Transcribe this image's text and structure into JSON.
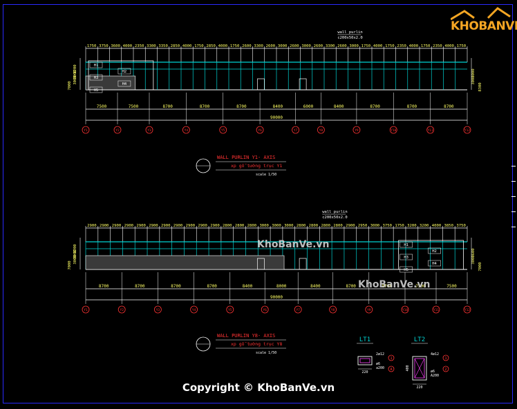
{
  "brand": {
    "logo_text": "KHOBANVE",
    "watermark_1": "KhoBanVe.vn",
    "watermark_2": "KhoBanVe.vn",
    "copyright": "Copyright © KhoBanVe.vn"
  },
  "elev1": {
    "note_title": "wall purlin",
    "note_spec": "c200x50x2.0",
    "top_dims": [
      "1750",
      "3750",
      "3600",
      "4000",
      "2350",
      "3300",
      "3350",
      "2850",
      "4000",
      "1750",
      "2850",
      "4000",
      "1750",
      "2600",
      "3300",
      "2600",
      "3000",
      "2600",
      "3000",
      "2600",
      "3300",
      "2600",
      "3000",
      "1750",
      "4000",
      "1750",
      "2350",
      "4000",
      "1750",
      "2350",
      "4000",
      "1750"
    ],
    "bay_dims": [
      "7500",
      "7500",
      "8700",
      "8700",
      "8700",
      "8400",
      "6000",
      "8400",
      "8700",
      "8700",
      "8700"
    ],
    "total": "90000",
    "axis_labels": [
      "Y1",
      "Y2",
      "Y3",
      "Y4",
      "Y5",
      "Y6",
      "Y7",
      "Y8",
      "Y9",
      "Y10",
      "Y11",
      "Y12"
    ],
    "left_dims": [
      "1200",
      "3000",
      "3000",
      "7000"
    ],
    "right_dims": [
      "3000",
      "3000",
      "8300"
    ],
    "tags": [
      "H1",
      "H2",
      "H3",
      "H4",
      "H5"
    ],
    "title_line1": "WALL PURLIN  Y1- AXIS",
    "title_line2": "xp gỗ tường trục Y1",
    "scale": "scale 1/50"
  },
  "elev2": {
    "note_title": "wall purlin",
    "note_spec": "c200x50x2.0",
    "top_dims": [
      "2900",
      "2900",
      "2900",
      "2900",
      "2900",
      "2900",
      "2900",
      "2900",
      "2900",
      "2900",
      "2900",
      "2800",
      "2800",
      "2800",
      "3000",
      "3000",
      "3000",
      "2800",
      "2800",
      "2800",
      "2800",
      "2900",
      "2950",
      "3000",
      "3750",
      "1750",
      "3200",
      "3200",
      "4000",
      "3850",
      "3750"
    ],
    "bay_dims": [
      "8700",
      "8700",
      "8700",
      "8700",
      "8400",
      "8000",
      "8400",
      "8700",
      "8700",
      "7500",
      "7500"
    ],
    "total": "90000",
    "axis_labels": [
      "Y1",
      "Y2",
      "Y3",
      "Y4",
      "Y5",
      "Y6",
      "Y7",
      "Y8",
      "Y9",
      "Y10",
      "Y11",
      "Y12"
    ],
    "left_dims": [
      "1200",
      "3000",
      "3000",
      "7000"
    ],
    "right_dims": [
      "3600",
      "3000",
      "7000"
    ],
    "tags": [
      "H1",
      "H2",
      "H3",
      "H4",
      "H5"
    ],
    "title_line1": "WALL PURLIN  Y8- AXIS",
    "title_line2": "xp gỗ tường trục Y8",
    "scale": "scale 1/50"
  },
  "details": [
    {
      "title": "LT1",
      "bar_top": "2ø12",
      "stirrup": "ø6",
      "spacing": "a200",
      "width": "220",
      "marks": [
        "1",
        "A"
      ]
    },
    {
      "title": "LT2",
      "bar_top": "4ø12",
      "stirrup": "ø6",
      "spacing": "A200",
      "width": "220",
      "height": "400",
      "marks": [
        "1",
        "2"
      ]
    }
  ],
  "colors": {
    "line_white": "#ffffff",
    "line_cyan": "#00d4d4",
    "text_red": "#ff3333",
    "dim_yellow": "#ffff66",
    "frame_blue": "#2a2aff"
  }
}
